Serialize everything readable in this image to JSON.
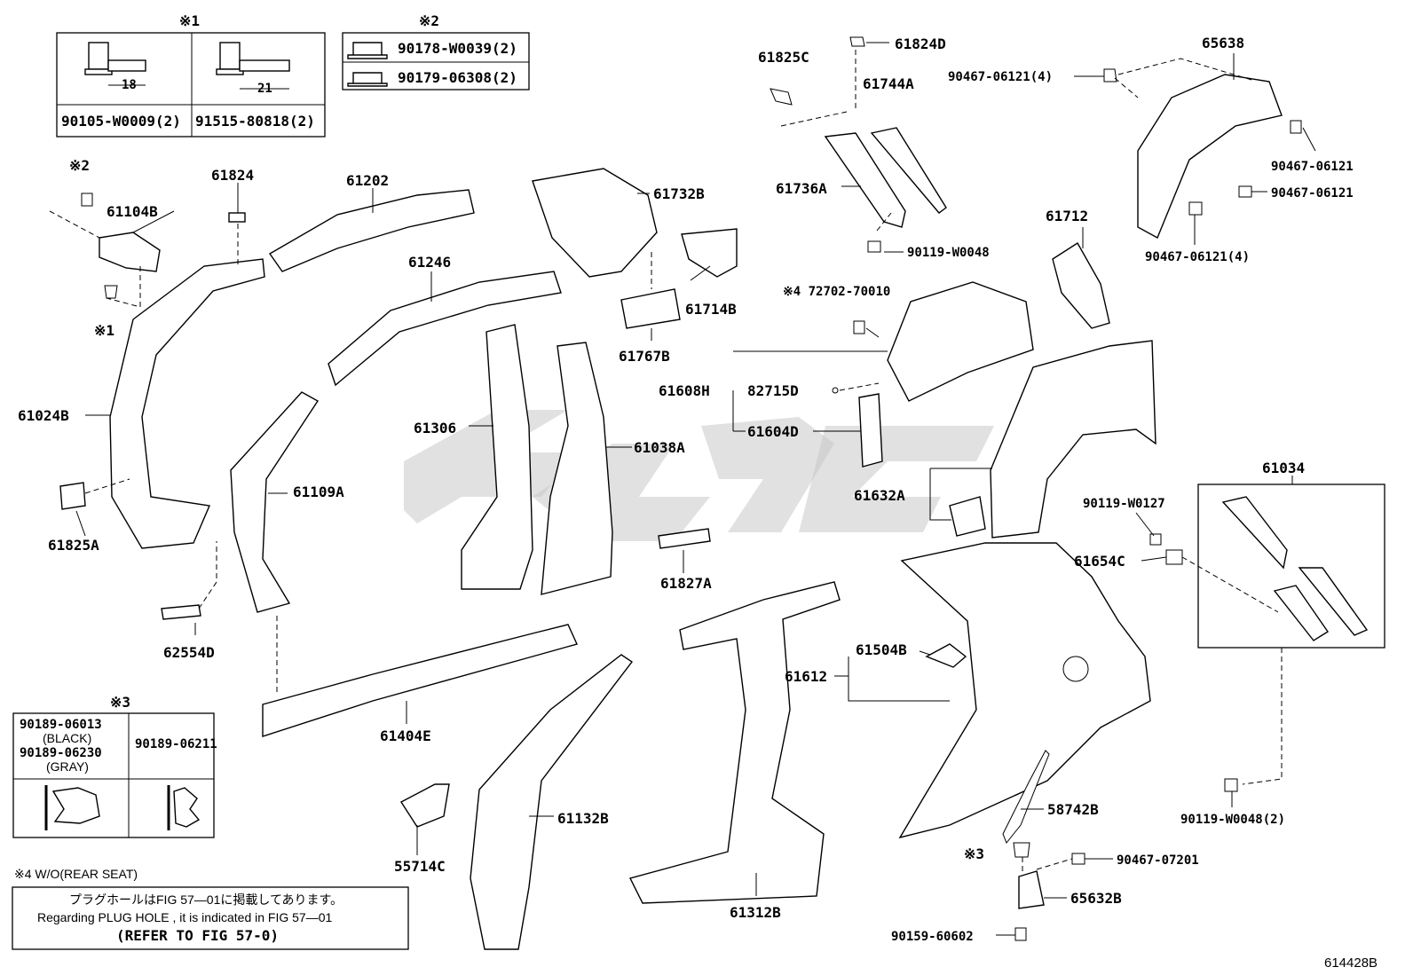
{
  "notes": {
    "n1": "※1",
    "n2": "※2",
    "n3": "※3",
    "n4": "※4 W/O(REAR SEAT)"
  },
  "box1": {
    "dim_left": "18",
    "dim_right": "21",
    "part_left": "90105-W0009(2)",
    "part_right": "91515-80818(2)"
  },
  "box2": {
    "row1": "90178-W0039(2)",
    "row2": "90179-06308(2)"
  },
  "box3": {
    "left_line1": "90189-06013",
    "left_line2": "(BLACK)",
    "left_line3": "90189-06230",
    "left_line4": "(GRAY)",
    "right": "90189-06211"
  },
  "footer_note": {
    "jp": "プラグホールはFIG 57—01に掲載してあります。",
    "en": "Regarding  PLUG  HOLE , it is indicated in FIG  57—01",
    "ref": "(REFER TO FIG 57-0)"
  },
  "figure_id": "614428B",
  "labels": {
    "p61104B": "61104B",
    "n2a": "※2",
    "n1a": "※1",
    "p61824": "61824",
    "p61202": "61202",
    "p61246": "61246",
    "p61732B": "61732B",
    "p61714B": "61714B",
    "p61767B": "61767B",
    "p61825C": "61825C",
    "p61824D": "61824D",
    "p61744A": "61744A",
    "p61736A": "61736A",
    "p90119W0048": "90119-W0048",
    "p65638": "65638",
    "p90467_06121_4a": "90467-06121(4)",
    "p90467_06121a": "90467-06121",
    "p90467_06121b": "90467-06121",
    "p90467_06121_4b": "90467-06121(4)",
    "p61712": "61712",
    "p72702": "※4 72702-70010",
    "p61608H": "61608H",
    "p82715D": "82715D",
    "p61604D": "61604D",
    "p61632A": "61632A",
    "p61024B": "61024B",
    "p61825A": "61825A",
    "p61109A": "61109A",
    "p62554D": "62554D",
    "p61306": "61306",
    "p61038A": "61038A",
    "p61827A": "61827A",
    "p61034": "61034",
    "p90119W0127": "90119-W0127",
    "p61654C": "61654C",
    "p61404E": "61404E",
    "p61504B": "61504B",
    "p61612": "61612",
    "p61132B": "61132B",
    "p55714C": "55714C",
    "p61312B": "61312B",
    "p58742B": "58742B",
    "n3a": "※3",
    "p90467_07201": "90467-07201",
    "p65632B": "65632B",
    "p90159": "90159-60602",
    "p90119W0048_2": "90119-W0048(2)"
  }
}
